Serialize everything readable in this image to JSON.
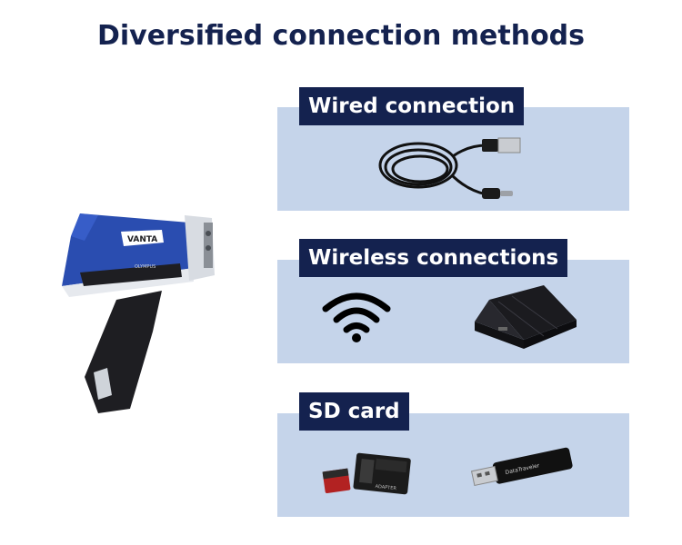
{
  "title": "Diversified connection methods",
  "device": {
    "brand_text": "VANTA",
    "sub_text": "OLYMPUS"
  },
  "sections": [
    {
      "label": "Wired connection",
      "items": [
        "usb-cable-icon"
      ]
    },
    {
      "label": "Wireless connections",
      "items": [
        "wifi-icon",
        "wireless-router-icon"
      ]
    },
    {
      "label": "SD card",
      "items": [
        "microsd-card-icon",
        "usb-flash-drive-icon"
      ],
      "card_text": "ADAPTER",
      "drive_text": "DataTraveler"
    }
  ],
  "colors": {
    "title": "#14224f",
    "label_bg": "#14224f",
    "panel_bg": "#c5d4ea",
    "device_blue": "#2a4db0"
  }
}
